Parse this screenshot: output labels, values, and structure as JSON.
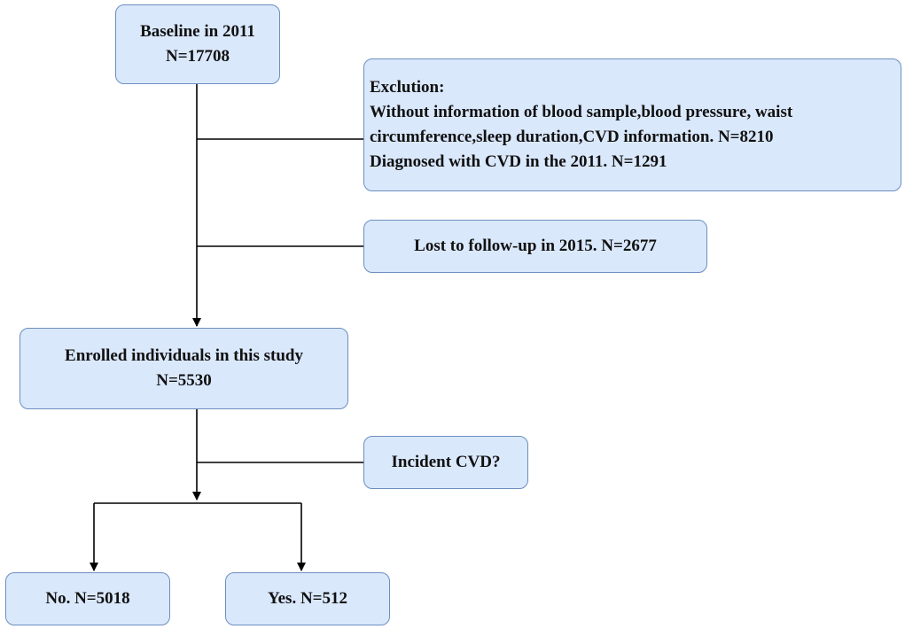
{
  "nodes": {
    "baseline": {
      "line1": "Baseline in 2011",
      "line2": "N=17708"
    },
    "exclusion": {
      "heading": "Exclution:",
      "line1": "Without information of blood sample,blood pressure, waist",
      "line2": "circumference,sleep duration,CVD information. N=8210",
      "line3": "Diagnosed with CVD in the 2011. N=1291"
    },
    "lost": {
      "label": "Lost to follow-up in 2015. N=2677"
    },
    "enrolled": {
      "line1": "Enrolled individuals in this study",
      "line2": "N=5530"
    },
    "incident": {
      "label": "Incident CVD?"
    },
    "no": {
      "label": "No. N=5018"
    },
    "yes": {
      "label": "Yes. N=512"
    }
  },
  "colors": {
    "box_fill": "#dae8fc",
    "box_border": "#6c8ebf",
    "line": "#000000"
  }
}
